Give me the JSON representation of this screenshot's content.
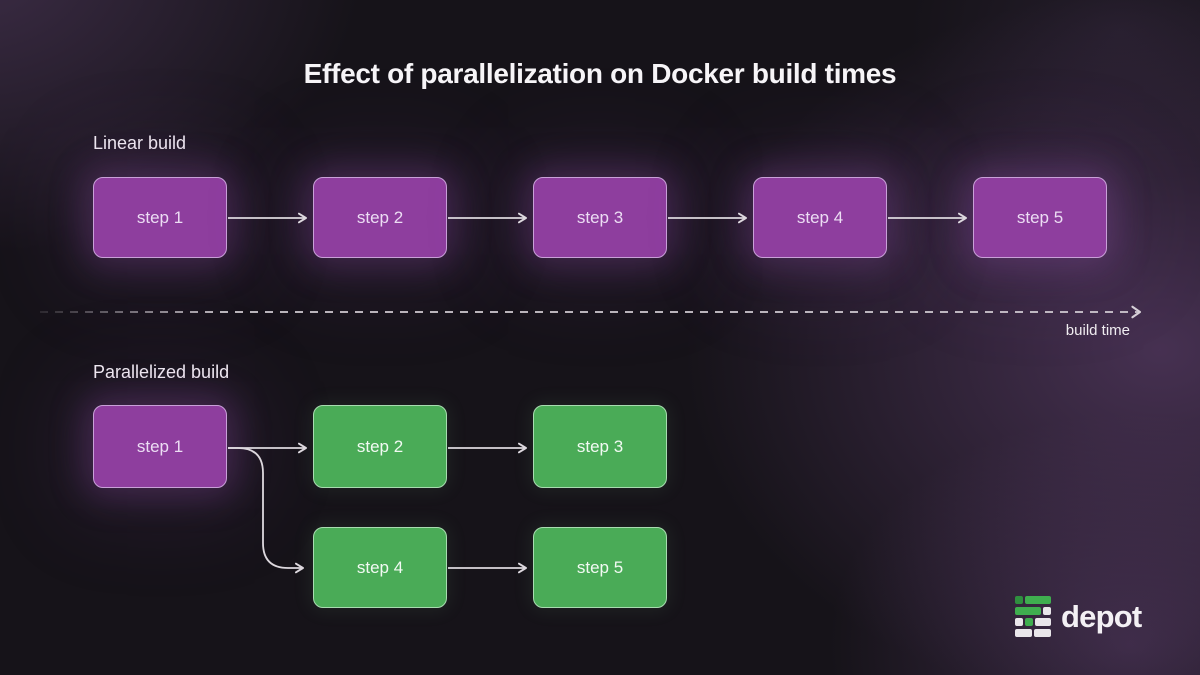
{
  "title": "Effect of parallelization on Docker build times",
  "timeline": {
    "label": "build time"
  },
  "sections": {
    "linear": {
      "label": "Linear build",
      "steps": [
        "step 1",
        "step 2",
        "step 3",
        "step 4",
        "step 5"
      ]
    },
    "parallel": {
      "label": "Parallelized build",
      "steps": [
        "step 1",
        "step 2",
        "step 3",
        "step 4",
        "step 5"
      ]
    }
  },
  "logo": {
    "wordmark": "depot"
  },
  "colors": {
    "purple_fill": "#8e3e9e",
    "purple_border": "#c9a0d8",
    "green_fill": "#4aab57",
    "green_border": "#a8dcb0",
    "arrow": "#ddd8de",
    "background": "#161319"
  }
}
